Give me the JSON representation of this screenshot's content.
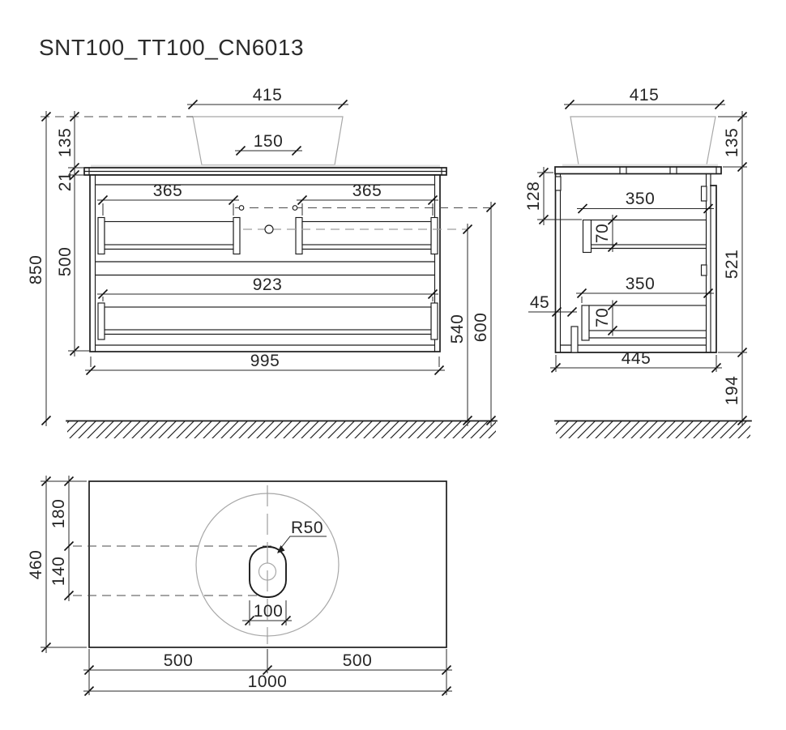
{
  "title": "SNT100_TT100_CN6013",
  "colors": {
    "line": "#1c1c1c",
    "secondary_gray": "#a8a8a8",
    "text": "#262626",
    "background": "#ffffff"
  },
  "views": {
    "front": {
      "dims": {
        "sink_top_width": "415",
        "tap_hole_spacing": "150",
        "sink_height": "135",
        "countertop_thickness": "21",
        "body_height": "500",
        "overall_height": "850",
        "upper_handle_left_width": "365",
        "upper_handle_right_width": "365",
        "lower_handle_width": "923",
        "cabinet_width": "995",
        "handle_axis_height": "540",
        "holes_axis_height": "600"
      }
    },
    "side": {
      "dims": {
        "sink_top_depth": "415",
        "sink_height": "135",
        "drawer_top_inset": "128",
        "upper_drawer_depth": "350",
        "upper_drawer_side_height": "70",
        "body_height": "521",
        "bottom_recess": "45",
        "lower_drawer_depth": "350",
        "lower_drawer_side_height": "70",
        "cabinet_depth": "445",
        "floor_clearance": "194"
      }
    },
    "top": {
      "dims": {
        "countertop_depth": "460",
        "cutout_back_offset": "180",
        "cutout_length": "140",
        "cutout_corner_radius": "R50",
        "cutout_width": "100",
        "center_left_offset": "500",
        "center_right_offset": "500",
        "countertop_width": "1000"
      }
    }
  }
}
